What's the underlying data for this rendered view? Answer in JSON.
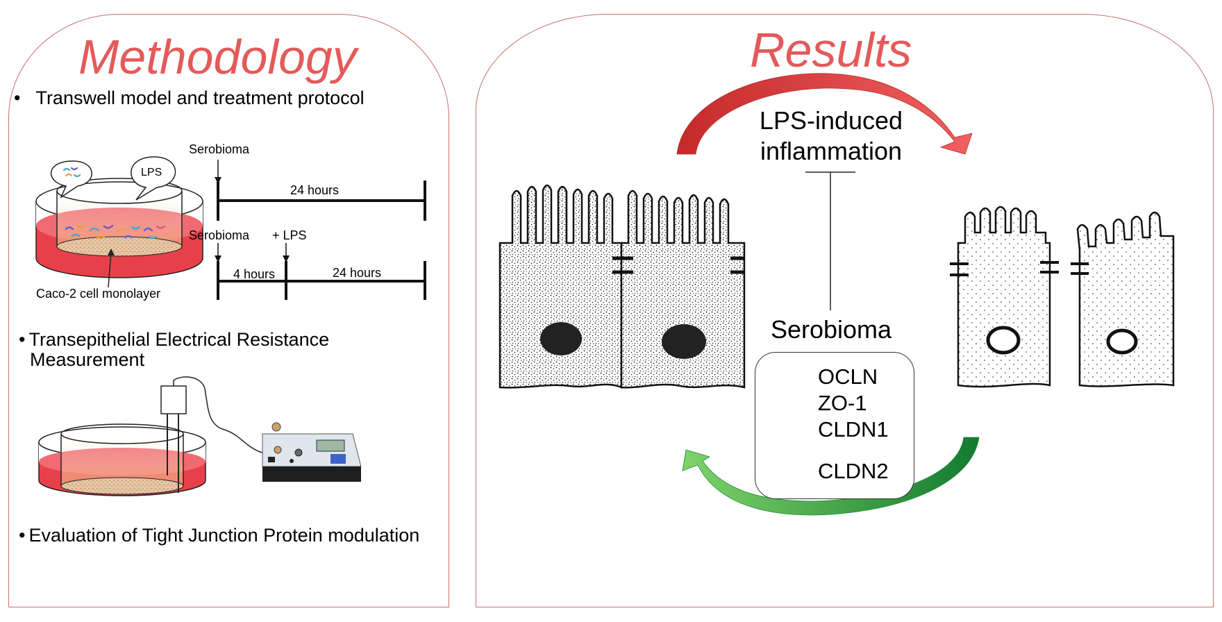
{
  "methodology": {
    "title": "Methodology",
    "bullet_char": "•",
    "bullets": [
      "Transwell model and treatment protocol",
      "Transepithelial Electrical Resistance",
      "Measurement",
      "Evaluation of Tight Junction Protein modulation"
    ],
    "transwell": {
      "lps_label": "LPS",
      "monolayer_label": "Caco-2 cell monolayer"
    },
    "timeline1": {
      "treatment": "Serobioma",
      "duration": "24 hours"
    },
    "timeline2": {
      "treatment": "Serobioma",
      "addition": "+ LPS",
      "pre_duration": "4 hours",
      "duration": "24 hours"
    },
    "colors": {
      "medium": "#e8404a",
      "title": "#e45a5a"
    }
  },
  "results": {
    "title": "Results",
    "inflammation_line1": "LPS-induced",
    "inflammation_line2": "inflammation",
    "treatment": "Serobioma",
    "upregulated": [
      "OCLN",
      "ZO-1",
      "CLDN1"
    ],
    "downregulated": [
      "CLDN2"
    ],
    "colors": {
      "up": "#1aa34a",
      "down": "#ef4e4e",
      "arrow_red": "#e03b3b",
      "arrow_green": "#2fa84a"
    }
  }
}
